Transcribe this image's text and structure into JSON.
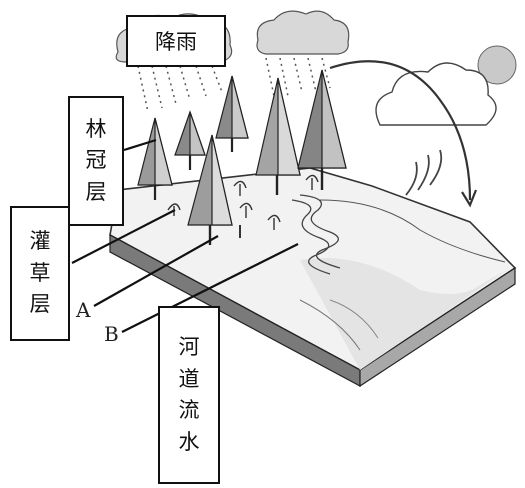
{
  "labels": {
    "rain": "降雨",
    "canopy": [
      "林",
      "冠",
      "层"
    ],
    "shrub": [
      "灌",
      "草",
      "层"
    ],
    "river": [
      "河",
      "道",
      "流",
      "水"
    ]
  },
  "markers": {
    "a": "A",
    "b": "B"
  }
}
